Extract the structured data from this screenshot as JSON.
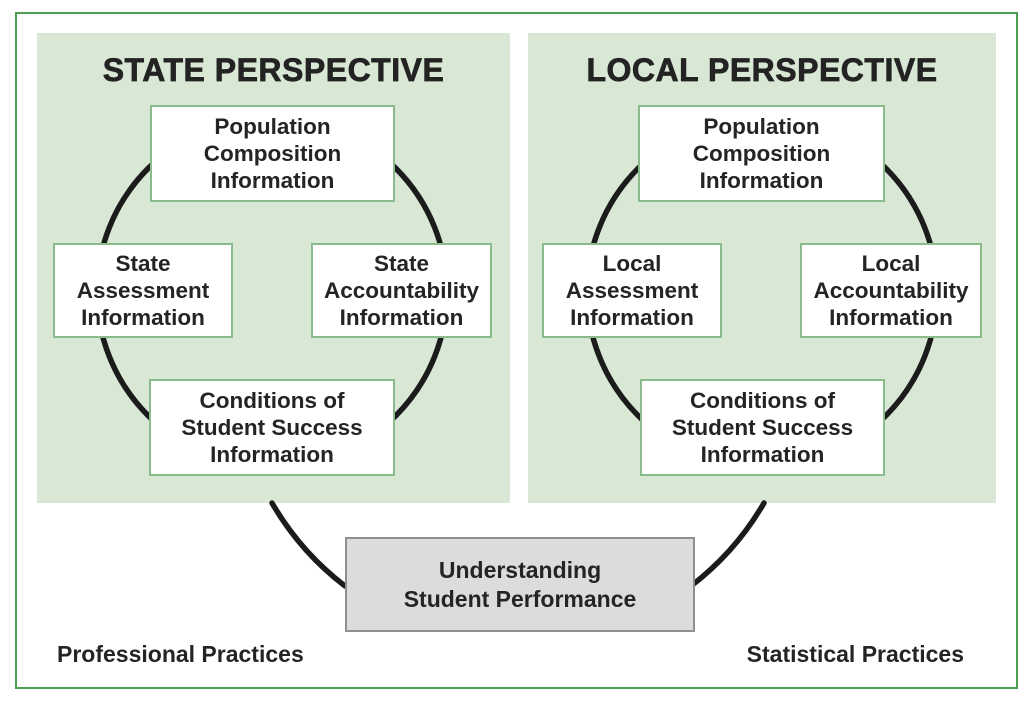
{
  "figure": {
    "type": "diagram",
    "colors": {
      "frame_border": "#4f9e51",
      "panel_background": "#d8e8d5",
      "info_box_border": "#8abb8a",
      "info_box_background": "#ffffff",
      "center_box_background": "#dcdcdc",
      "center_box_border": "#8f8f8f",
      "circle_stroke": "#1b1b1b",
      "text": "#242424"
    },
    "panels": [
      {
        "title": "STATE PERSPECTIVE",
        "boxes": {
          "population": [
            "Population",
            "Composition",
            "Information"
          ],
          "assessment": [
            "State",
            "Assessment",
            "Information"
          ],
          "accountability": [
            "State",
            "Accountability",
            "Information"
          ],
          "conditions": [
            "Conditions of",
            "Student Success",
            "Information"
          ]
        }
      },
      {
        "title": "LOCAL PERSPECTIVE",
        "boxes": {
          "population": [
            "Population",
            "Composition",
            "Information"
          ],
          "assessment": [
            "Local",
            "Assessment",
            "Information"
          ],
          "accountability": [
            "Local",
            "Accountability",
            "Information"
          ],
          "conditions": [
            "Conditions of",
            "Student Success",
            "Information"
          ]
        }
      }
    ],
    "center_box": [
      "Understanding",
      "Student Performance"
    ],
    "footer": {
      "left": "Professional Practices",
      "right": "Statistical Practices"
    }
  }
}
